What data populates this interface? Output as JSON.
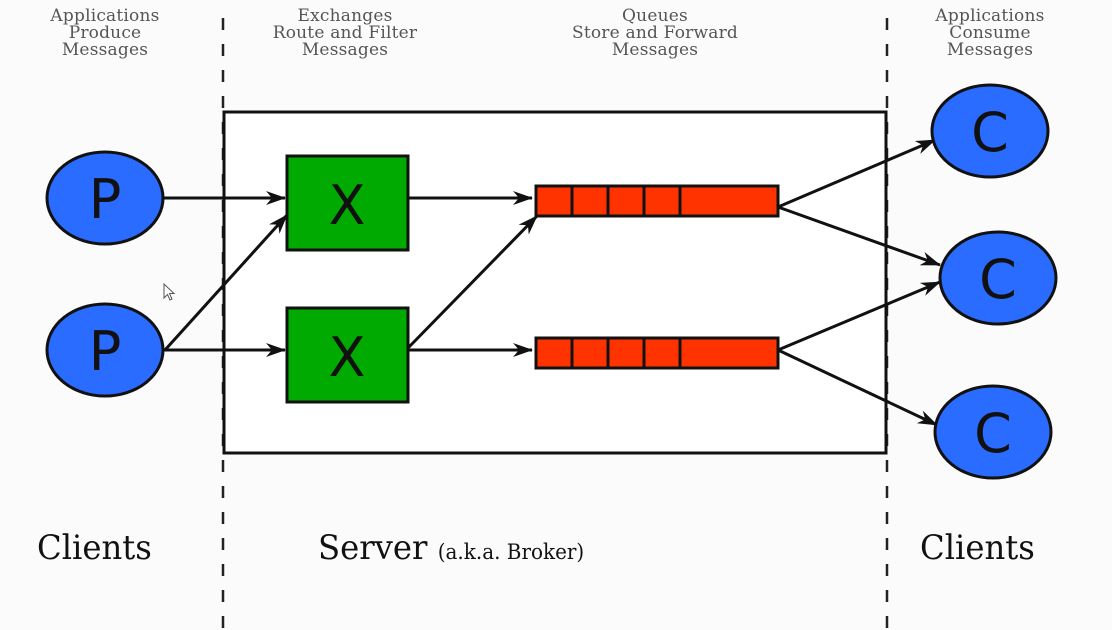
{
  "headers": {
    "producers": [
      "Applications",
      "Produce",
      "Messages"
    ],
    "exchanges": [
      "Exchanges",
      "Route and Filter",
      "Messages"
    ],
    "queues": [
      "Queues",
      "Store and Forward",
      "Messages"
    ],
    "consumers": [
      "Applications",
      "Consume",
      "Messages"
    ]
  },
  "footers": {
    "left": "Clients",
    "server": "Server",
    "server_aka": "(a.k.a. Broker)",
    "right": "Clients"
  },
  "nodes": {
    "producers": [
      {
        "label": "P"
      },
      {
        "label": "P"
      }
    ],
    "exchanges": [
      {
        "label": "X"
      },
      {
        "label": "X"
      }
    ],
    "queues": [
      {
        "cells": 5
      },
      {
        "cells": 5
      }
    ],
    "consumers": [
      {
        "label": "C"
      },
      {
        "label": "C"
      },
      {
        "label": "C"
      }
    ]
  },
  "edges": [
    {
      "from": "producer-1",
      "to": "exchange-1"
    },
    {
      "from": "producer-2",
      "to": "exchange-1"
    },
    {
      "from": "producer-2",
      "to": "exchange-2"
    },
    {
      "from": "exchange-1",
      "to": "queue-1"
    },
    {
      "from": "exchange-2",
      "to": "queue-1"
    },
    {
      "from": "exchange-2",
      "to": "queue-2"
    },
    {
      "from": "queue-1",
      "to": "consumer-1"
    },
    {
      "from": "queue-1",
      "to": "consumer-2"
    },
    {
      "from": "queue-2",
      "to": "consumer-2"
    },
    {
      "from": "queue-2",
      "to": "consumer-3"
    }
  ],
  "colors": {
    "producer_fill": "#2a6cff",
    "consumer_fill": "#2a6cff",
    "exchange_fill": "#00aa00",
    "queue_fill": "#ff3300",
    "stroke": "#111111",
    "header_text": "#555555"
  }
}
